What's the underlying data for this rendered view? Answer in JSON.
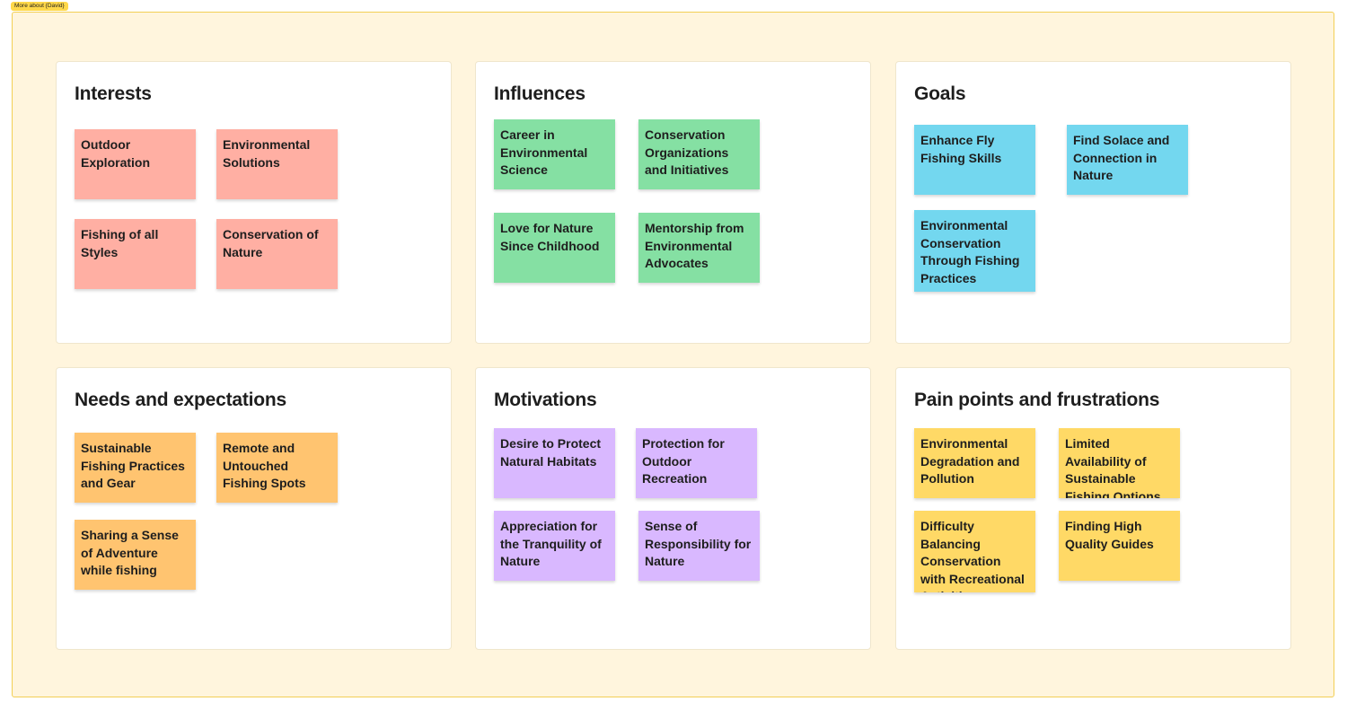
{
  "frame": {
    "label": "More about {David}"
  },
  "colors": {
    "frame_bg": "#fff5dd",
    "frame_border": "#f2cf55",
    "tag_bg": "#ffd84a",
    "interests": "#ffafa3",
    "influences": "#85e0a3",
    "goals": "#73d7ef",
    "needs": "#ffc470",
    "motivations": "#d9b8ff",
    "pain_points": "#ffd966"
  },
  "sections": {
    "interests": {
      "title": "Interests",
      "notes": [
        "Outdoor Exploration",
        "Environmental Solutions",
        "Fishing of all Styles",
        "Conservation of Nature"
      ]
    },
    "influences": {
      "title": "Influences",
      "notes": [
        "Career in Environmental Science",
        "Conservation Organizations and Initiatives",
        "Love for Nature Since Childhood",
        "Mentorship from Environmental Advocates"
      ]
    },
    "goals": {
      "title": "Goals",
      "notes": [
        "Enhance Fly Fishing Skills",
        "Find Solace and Connection in Nature",
        "Environmental Conservation Through Fishing Practices"
      ]
    },
    "needs": {
      "title": "Needs and expectations",
      "notes": [
        "Sustainable Fishing Practices and Gear",
        "Remote and Untouched Fishing Spots",
        "Sharing a Sense of Adventure while fishing"
      ]
    },
    "motivations": {
      "title": "Motivations",
      "notes": [
        "Desire to Protect Natural Habitats",
        "Protection for Outdoor Recreation",
        "Appreciation for the Tranquility of Nature",
        "Sense of Responsibility for Nature"
      ]
    },
    "pain_points": {
      "title": "Pain points and frustrations",
      "notes": [
        "Environmental Degradation and Pollution",
        "Limited Availability of Sustainable Fishing Options",
        "Difficulty Balancing Conservation with Recreational Activities",
        "Finding High Quality Guides"
      ]
    }
  }
}
